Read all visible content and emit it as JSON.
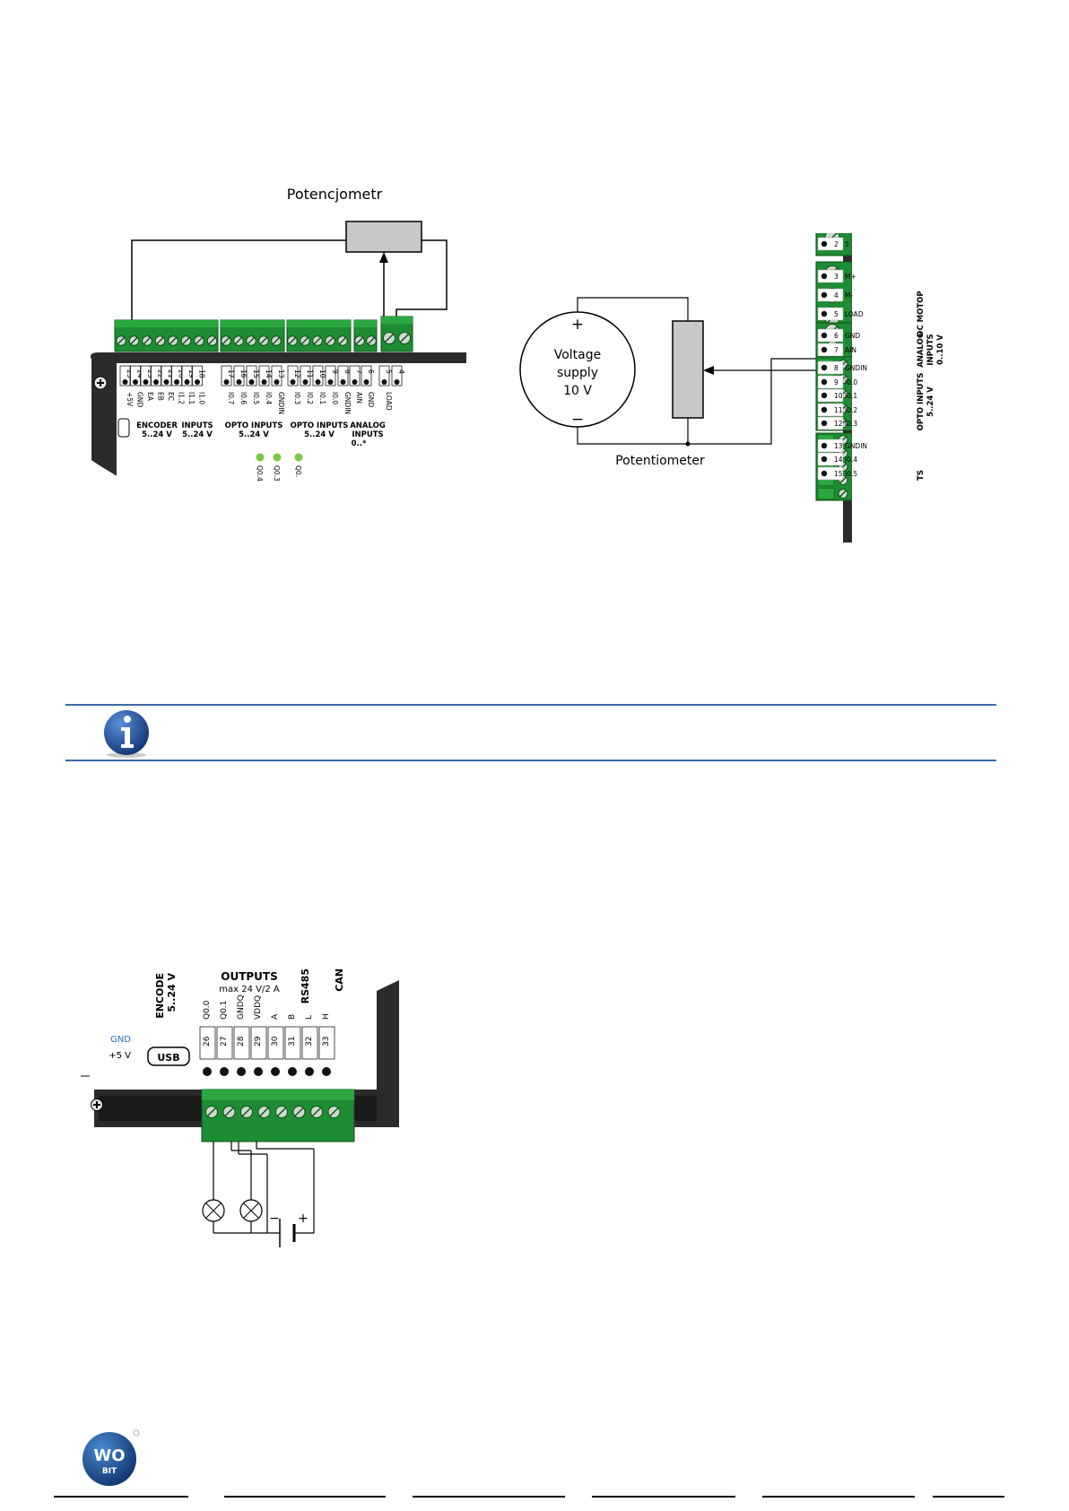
{
  "figure1": {
    "potentiometer_pl_label": "Potencjometr",
    "connector_numbers": [
      "25",
      "24",
      "23",
      "22",
      "21",
      "20",
      "19",
      "18",
      "17",
      "16",
      "15",
      "14",
      "13",
      "12",
      "11",
      "10",
      "9",
      "8",
      "7",
      "6",
      "5",
      "4"
    ],
    "connector_labels": [
      "+5V",
      "GND",
      "EA",
      "EB",
      "EC",
      "I1.2",
      "I1.1",
      "I1.0",
      "I0.7",
      "I0.6",
      "I0.5",
      "I0.4",
      "GNDIN",
      "I0.3",
      "I0.2",
      "I0.1",
      "I0.0",
      "GNDIN",
      "AIN",
      "GND",
      "LOAD"
    ],
    "groups": {
      "encoder": "ENCODER",
      "encoder_range": "5..24 V",
      "inputs": "INPUTS",
      "inputs_range": "5..24 V",
      "opto1": "OPTO INPUTS",
      "opto1_range": "5..24 V",
      "opto2": "OPTO INPUTS",
      "opto2_range": "5..24 V",
      "analog": "ANALOG",
      "analog2": "INPUTS",
      "analog_range": "0..*"
    },
    "led_labels": [
      "Q0.4",
      "Q0.3",
      "Q0."
    ]
  },
  "figure2": {
    "supply_label_1": "Voltage",
    "supply_label_2": "supply",
    "supply_label_3": "10 V",
    "plus": "+",
    "minus": "−",
    "potentiometer_label": "Potentiometer",
    "rows": [
      {
        "num": "2",
        "label": "5"
      },
      {
        "num": "3",
        "label": "M+"
      },
      {
        "num": "4",
        "label": "M-"
      },
      {
        "num": "5",
        "label": "LOAD"
      },
      {
        "num": "6",
        "label": "GND"
      },
      {
        "num": "7",
        "label": "AIN"
      },
      {
        "num": "8",
        "label": "GNDIN"
      },
      {
        "num": "9",
        "label": "I0.0"
      },
      {
        "num": "10",
        "label": "I0.1"
      },
      {
        "num": "11",
        "label": "I0.2"
      },
      {
        "num": "12",
        "label": "I0.3"
      },
      {
        "num": "13",
        "label": "GNDIN"
      },
      {
        "num": "14",
        "label": "I0.4"
      },
      {
        "num": "15",
        "label": "I0.5"
      }
    ],
    "side_dc": "DC MOTOP",
    "side_analog_1": "ANALOG",
    "side_analog_2": "INPUTS",
    "side_analog_3": "0..10 V",
    "side_opto_1": "OPTO INPUTS",
    "side_opto_2": "5..24 V",
    "side_ts": "TS"
  },
  "figure3": {
    "outputs": "OUTPUTS",
    "outputs_max": "max 24 V/2 A",
    "rs485": "RS485",
    "can": "CAN",
    "encoder": "ENCODE",
    "encoder_range": "5..24 V",
    "gnd": "GND",
    "plus5": "+5 V",
    "usb": "USB",
    "pin_labels": [
      "Q0.0",
      "Q0.1",
      "GNDQ",
      "VDDQ",
      "A",
      "B",
      "L",
      "H"
    ],
    "pin_numbers": [
      "26",
      "27",
      "28",
      "29",
      "30",
      "31",
      "32",
      "33"
    ],
    "battery_minus": "−",
    "battery_plus": "+"
  },
  "logo": {
    "line1": "WO",
    "line2": "BIT"
  }
}
